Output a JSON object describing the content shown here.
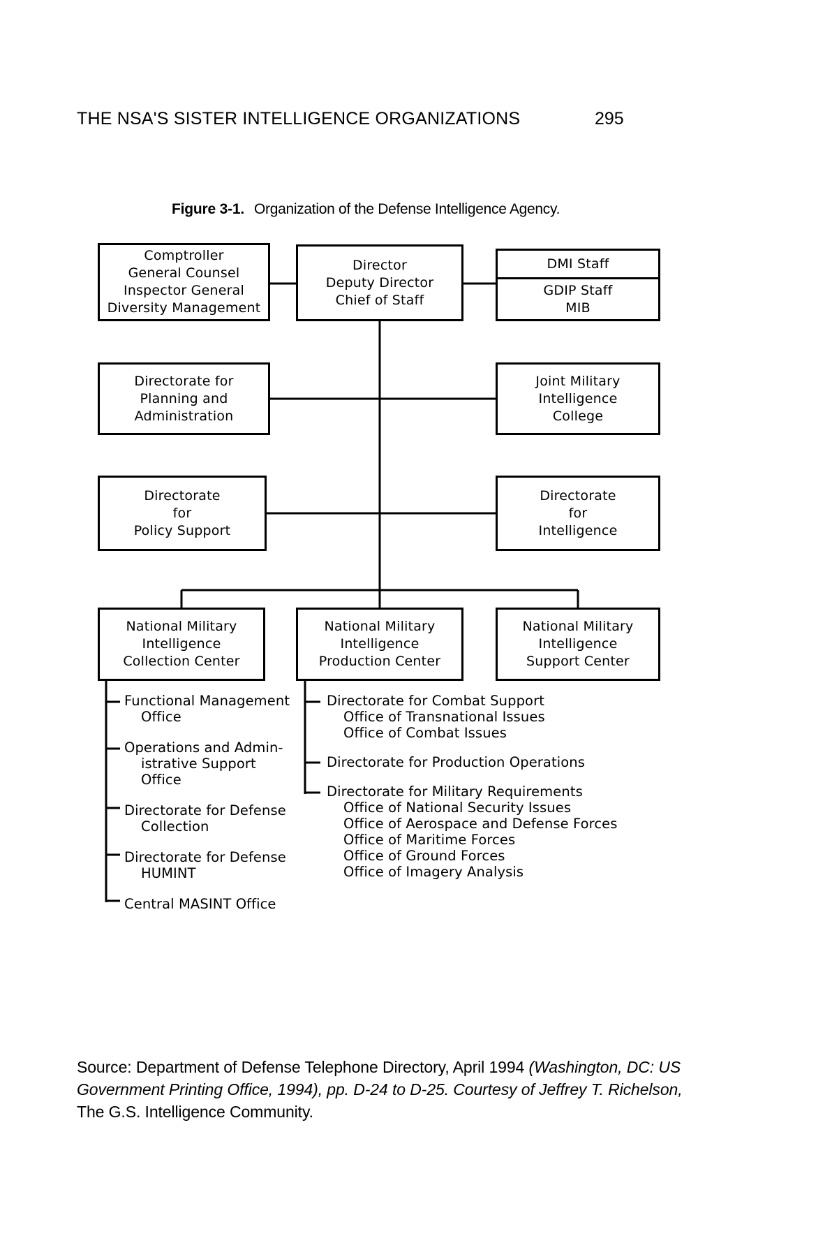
{
  "header": {
    "running_head": "THE NSA'S SISTER INTELLIGENCE ORGANIZATIONS",
    "page_number": "295"
  },
  "figure": {
    "label": "Figure 3-1.",
    "title": "Organization of the Defense Intelligence Agency."
  },
  "chart_data": {
    "type": "diagram",
    "diagram_kind": "organization-chart",
    "title": "Organization of the Defense Intelligence Agency",
    "nodes": [
      {
        "id": "staff-offices",
        "lines": [
          "Comptroller",
          "General Counsel",
          "Inspector General",
          "Diversity Management"
        ],
        "level": 1,
        "column": "left"
      },
      {
        "id": "director",
        "lines": [
          "Director",
          "Deputy Director",
          "Chief of Staff"
        ],
        "level": 1,
        "column": "center"
      },
      {
        "id": "dmi-staff",
        "lines": [
          "DMI Staff"
        ],
        "level": 1,
        "column": "right"
      },
      {
        "id": "gdip-staff-mib",
        "lines": [
          "GDIP Staff",
          "MIB"
        ],
        "level": 1,
        "column": "right"
      },
      {
        "id": "planning-administration",
        "lines": [
          "Directorate for",
          "Planning and",
          "Administration"
        ],
        "level": 2,
        "column": "left"
      },
      {
        "id": "joint-military-intelligence-college",
        "lines": [
          "Joint Military",
          "Intelligence",
          "College"
        ],
        "level": 2,
        "column": "right"
      },
      {
        "id": "policy-support",
        "lines": [
          "Directorate",
          "for",
          "Policy Support"
        ],
        "level": 3,
        "column": "left"
      },
      {
        "id": "directorate-for-intelligence",
        "lines": [
          "Directorate",
          "for",
          "Intelligence"
        ],
        "level": 3,
        "column": "right"
      },
      {
        "id": "nmicc",
        "lines": [
          "National Military",
          "Intelligence",
          "Collection Center"
        ],
        "level": 4,
        "column": "left"
      },
      {
        "id": "nmipc",
        "lines": [
          "National Military",
          "Intelligence",
          "Production Center"
        ],
        "level": 4,
        "column": "center"
      },
      {
        "id": "nmisc",
        "lines": [
          "National Military",
          "Intelligence",
          "Support Center"
        ],
        "level": 4,
        "column": "right"
      }
    ],
    "sub_lists": [
      {
        "parent": "nmicc",
        "items": [
          {
            "lines": [
              "Functional Management",
              "Office"
            ],
            "children": []
          },
          {
            "lines": [
              "Operations and Admin-",
              "istrative Support",
              "Office"
            ],
            "children": []
          },
          {
            "lines": [
              "Directorate for Defense",
              "Collection"
            ],
            "children": []
          },
          {
            "lines": [
              "Directorate for Defense",
              "HUMINT"
            ],
            "children": []
          },
          {
            "lines": [
              "Central MASINT Office"
            ],
            "children": []
          }
        ]
      },
      {
        "parent": "nmipc",
        "items": [
          {
            "lines": [
              "Directorate for Combat Support"
            ],
            "children": [
              "Office of Transnational Issues",
              "Office of Combat Issues"
            ]
          },
          {
            "lines": [
              "Directorate for Production Operations"
            ],
            "children": []
          },
          {
            "lines": [
              "Directorate for Military Requirements"
            ],
            "children": [
              "Office of National Security Issues",
              "Office of Aerospace and Defense Forces",
              "Office of Maritime Forces",
              "Office of Ground Forces",
              "Office of Imagery Analysis"
            ]
          }
        ]
      }
    ],
    "colors": {
      "stroke": "#000000",
      "fill": "#ffffff",
      "text": "#000000"
    }
  },
  "boxes": {
    "staff_offices": {
      "l1": "Comptroller",
      "l2": "General Counsel",
      "l3": "Inspector General",
      "l4": "Diversity Management"
    },
    "director": {
      "l1": "Director",
      "l2": "Deputy Director",
      "l3": "Chief of Staff"
    },
    "dmi_staff": {
      "l1": "DMI Staff"
    },
    "gdip_staff": {
      "l1": "GDIP Staff",
      "l2": "MIB"
    },
    "planning": {
      "l1": "Directorate for",
      "l2": "Planning and",
      "l3": "Administration"
    },
    "jmic": {
      "l1": "Joint Military",
      "l2": "Intelligence",
      "l3": "College"
    },
    "policy_support": {
      "l1": "Directorate",
      "l2": "for",
      "l3": "Policy Support"
    },
    "intelligence": {
      "l1": "Directorate",
      "l2": "for",
      "l3": "Intelligence"
    },
    "nmicc": {
      "l1": "National Military",
      "l2": "Intelligence",
      "l3": "Collection Center"
    },
    "nmipc": {
      "l1": "National Military",
      "l2": "Intelligence",
      "l3": "Production Center"
    },
    "nmisc": {
      "l1": "National Military",
      "l2": "Intelligence",
      "l3": "Support Center"
    }
  },
  "sublist_left": {
    "i1_a": "Functional Management",
    "i1_b": "Office",
    "i2_a": "Operations and Admin-",
    "i2_b": "istrative Support",
    "i2_c": "Office",
    "i3_a": "Directorate for Defense",
    "i3_b": "Collection",
    "i4_a": "Directorate for Defense",
    "i4_b": "HUMINT",
    "i5_a": "Central MASINT Office"
  },
  "sublist_right": {
    "i1_a": "Directorate for Combat Support",
    "i1_c1": "Office of Transnational Issues",
    "i1_c2": "Office of Combat Issues",
    "i2_a": "Directorate for Production Operations",
    "i3_a": "Directorate for Military Requirements",
    "i3_c1": "Office of National Security Issues",
    "i3_c2": "Office of Aerospace and Defense Forces",
    "i3_c3": "Office of Maritime Forces",
    "i3_c4": "Office of Ground Forces",
    "i3_c5": "Office of Imagery Analysis"
  },
  "source": {
    "p1": "Source: Department of Defense Telephone Directory, April 1994 ",
    "p2_italic": "(Washington, DC: US Government Printing Office, 1994), pp. D-24 to D-25. Courtesy of Jeffrey T. Richelson,",
    "p3": " The G.S. Intelligence Community."
  }
}
